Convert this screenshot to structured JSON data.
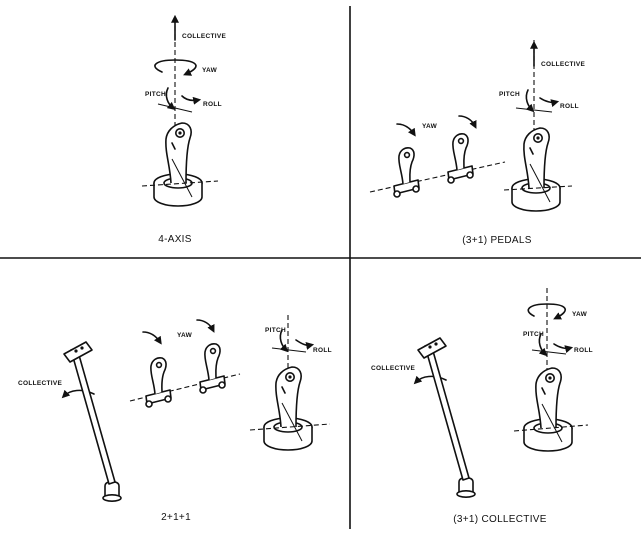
{
  "panels": [
    {
      "caption": "4-AXIS",
      "labels": {
        "collective": "COLLECTIVE",
        "yaw": "YAW",
        "pitch": "PITCH",
        "roll": "ROLL"
      }
    },
    {
      "caption": "(3+1) PEDALS",
      "labels": {
        "collective": "COLLECTIVE",
        "yaw": "YAW",
        "pitch": "PITCH",
        "roll": "ROLL"
      }
    },
    {
      "caption": "2+1+1",
      "labels": {
        "collective": "COLLECTIVE",
        "yaw": "YAW",
        "pitch": "PITCH",
        "roll": "ROLL"
      }
    },
    {
      "caption": "(3+1) COLLECTIVE",
      "labels": {
        "collective": "COLLECTIVE",
        "yaw": "YAW",
        "pitch": "PITCH",
        "roll": "ROLL"
      }
    }
  ]
}
